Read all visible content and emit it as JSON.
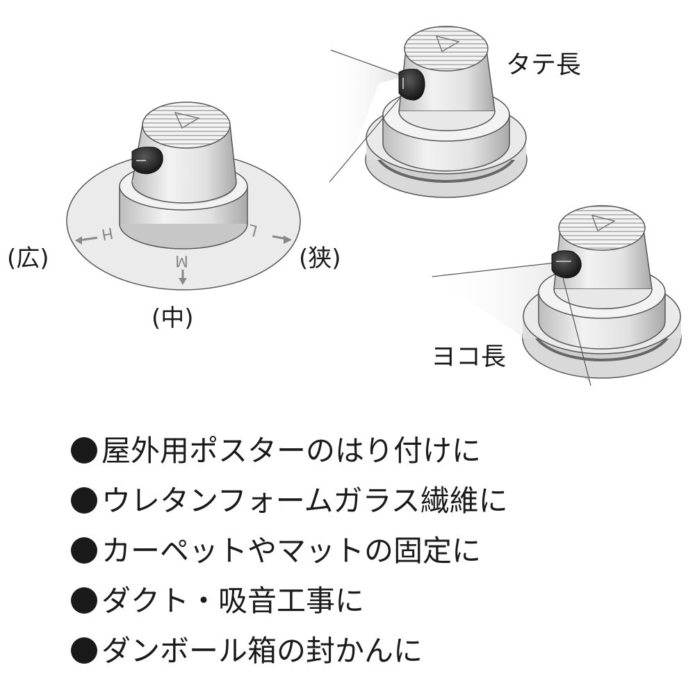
{
  "labels": {
    "wide": "(広)",
    "narrow": "(狭)",
    "medium": "(中)",
    "vertical": "タテ長",
    "horizontal": "ヨコ長"
  },
  "dial_letters": {
    "h": "H",
    "m": "M",
    "l": "L"
  },
  "uses": [
    "屋外用ポスターのはり付けに",
    "ウレタンフォームガラス繊維に",
    "カーペットやマットの固定に",
    "ダクト・吸音工事に",
    "ダンボール箱の封かんに"
  ],
  "colors": {
    "ink": "#1a1a1a",
    "body": "#e6e6e6",
    "shadow": "#bdbdbd",
    "knob": "#2a2a2a"
  }
}
